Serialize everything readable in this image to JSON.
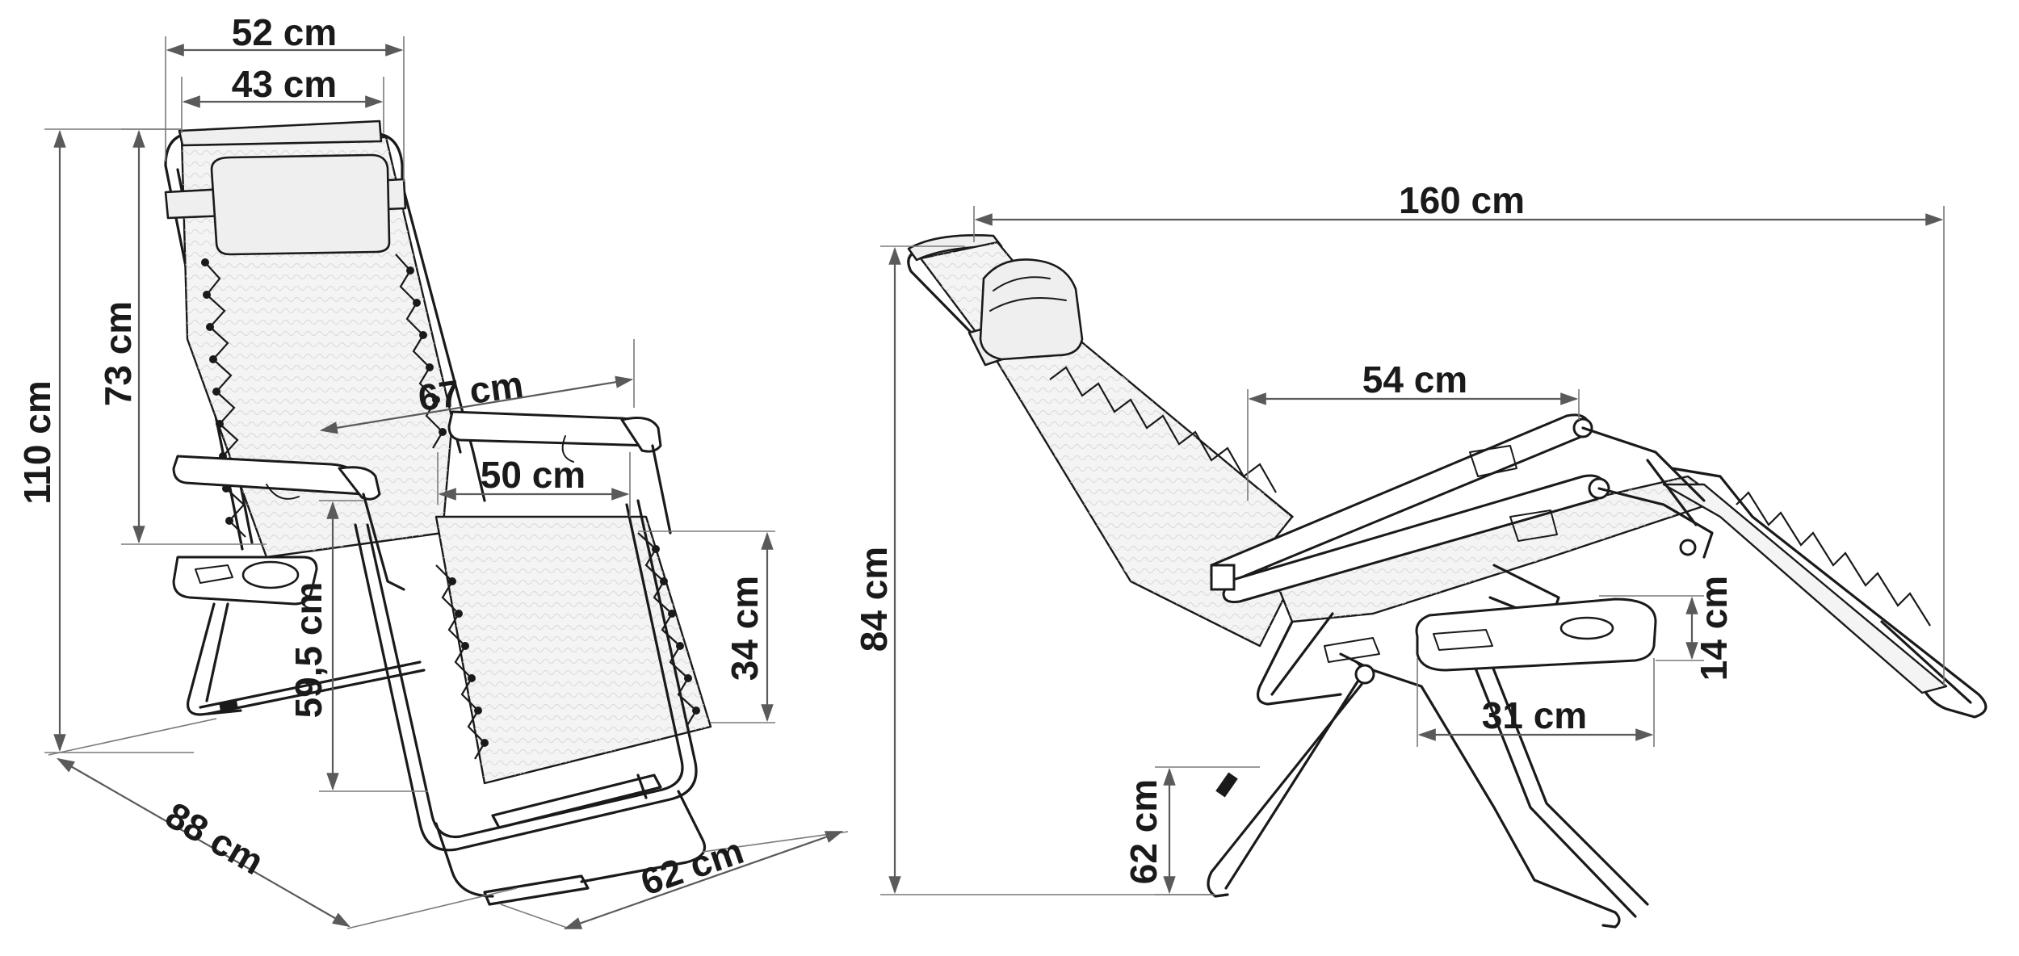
{
  "dimensions": {
    "front_view": {
      "total_width": "52 cm",
      "inner_width": "43 cm",
      "total_height": "110 cm",
      "backrest_height": "73 cm",
      "diagonal_length": "67 cm",
      "seat_depth": "50 cm",
      "seat_height": "34 cm",
      "armrest_height": "59,5 cm",
      "depth": "88 cm",
      "front_width": "62 cm"
    },
    "side_view": {
      "reclined_length": "160 cm",
      "reclined_height": "84 cm",
      "armrest_length": "54 cm",
      "tray_depth": "14 cm",
      "tray_width": "31 cm",
      "leg_height": "62 cm"
    }
  },
  "colors": {
    "line": "#1a1a1a",
    "dimension_line": "#5a5a5a",
    "fabric": "#f4f4f4",
    "background": "#ffffff"
  }
}
